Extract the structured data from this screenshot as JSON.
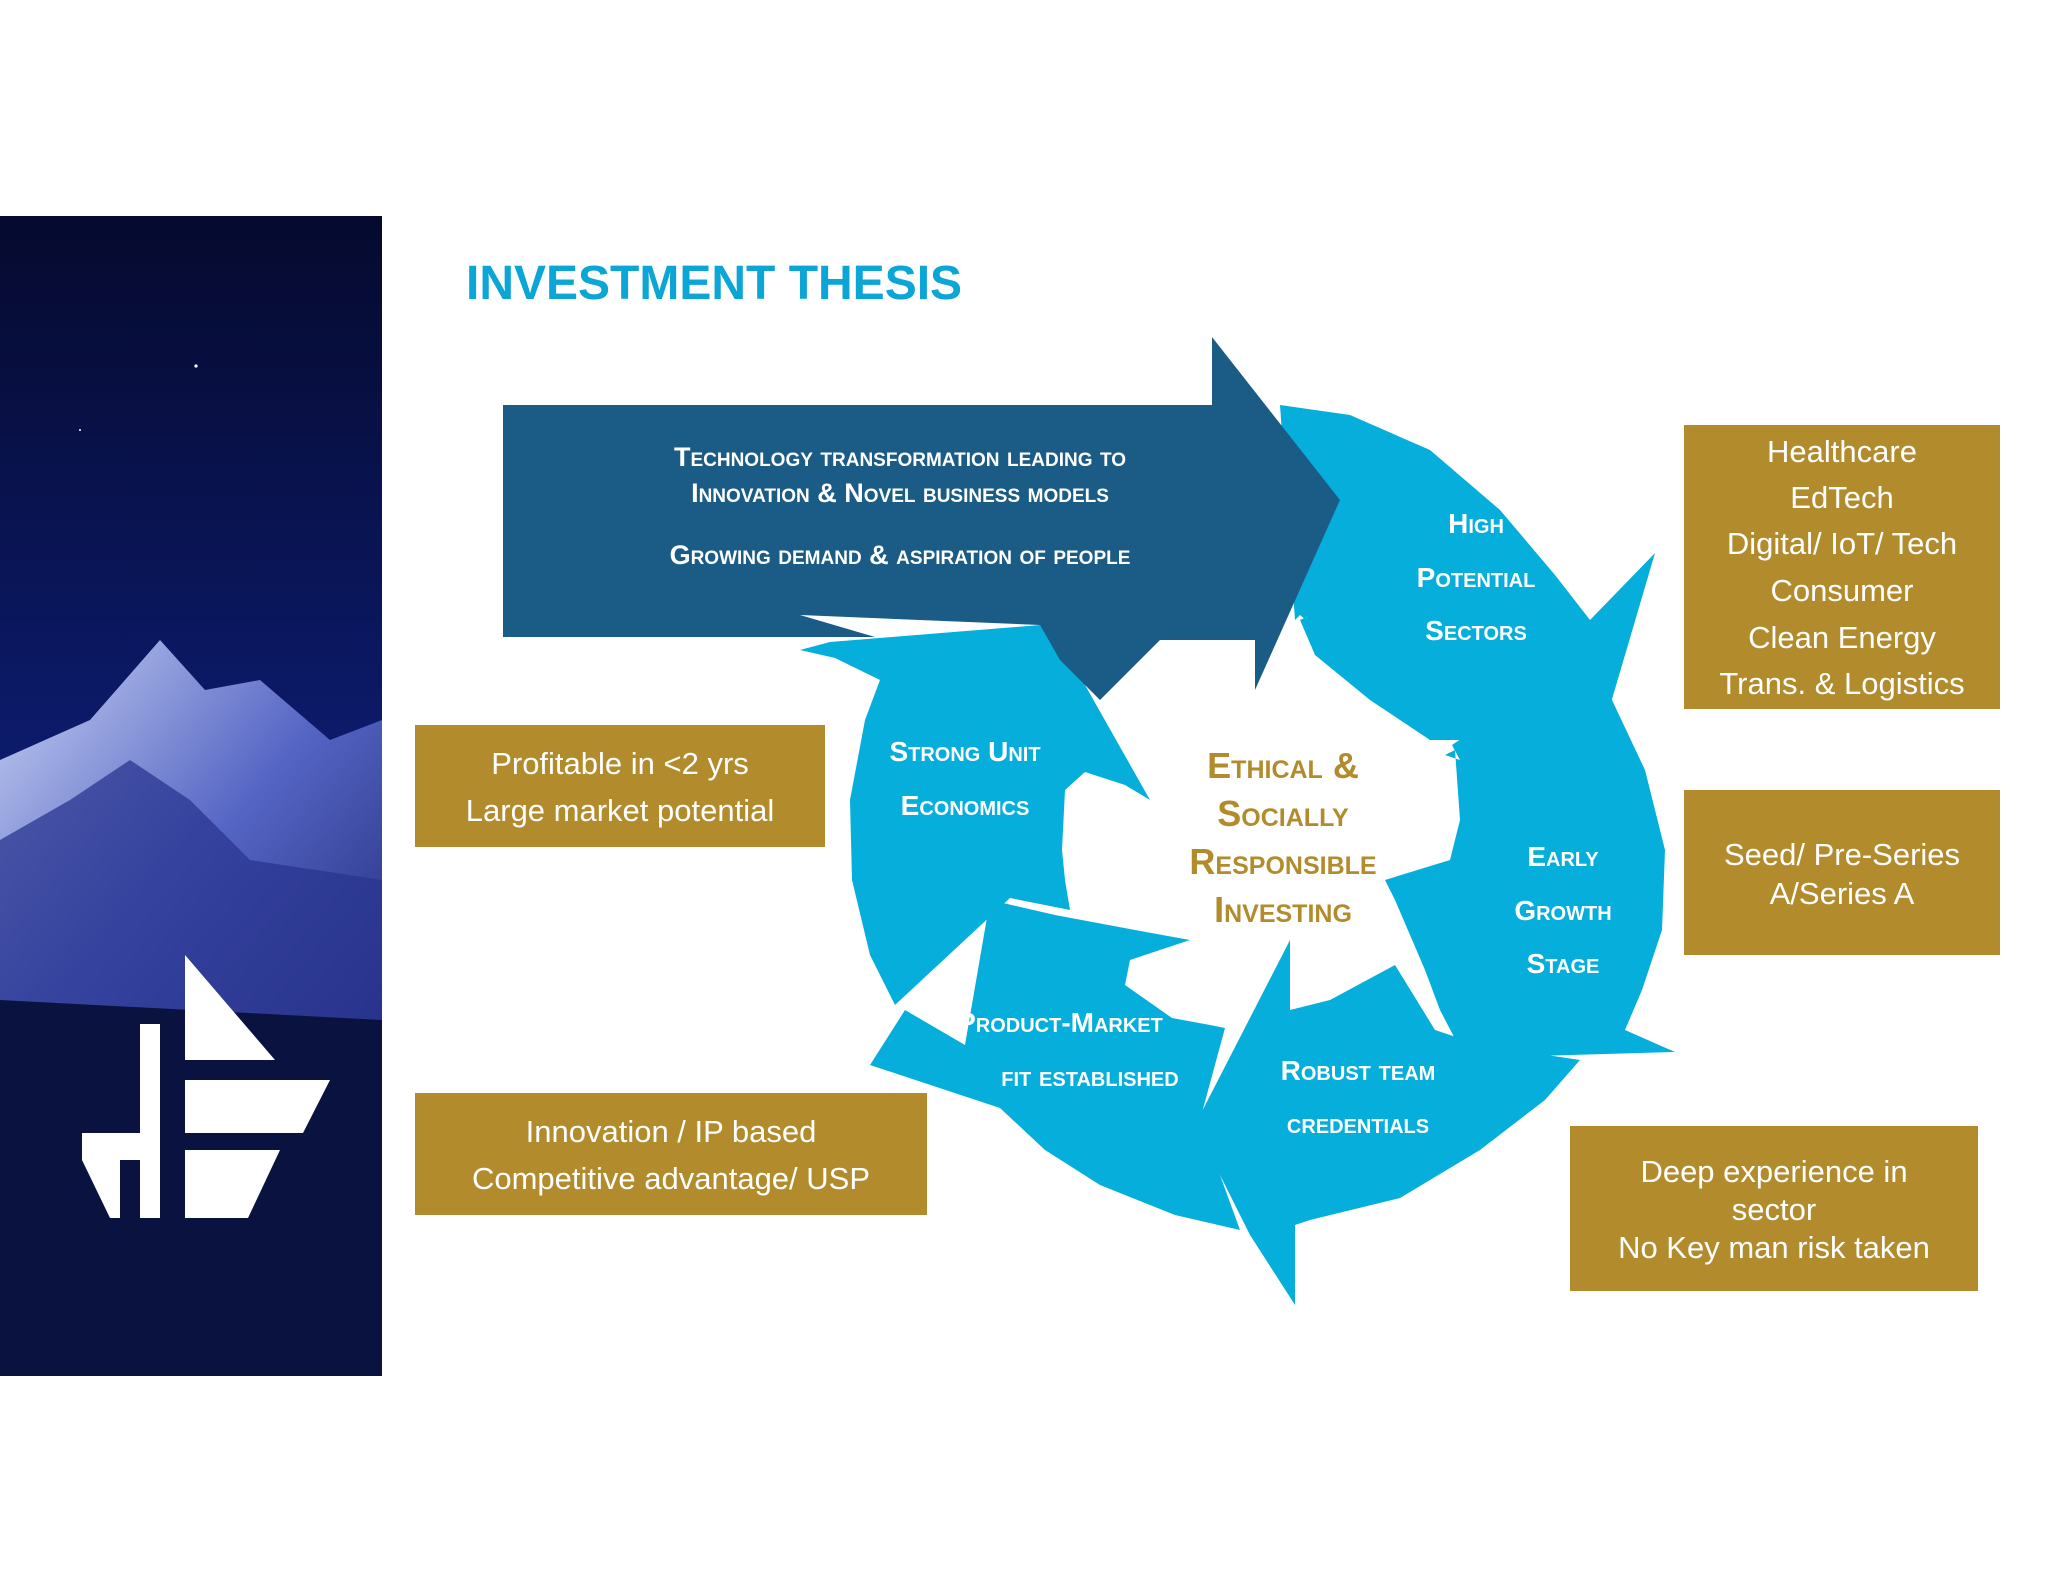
{
  "title": "INVESTMENT THESIS",
  "colors": {
    "title": "#0BA5D6",
    "cycle_arrow": "#06AEDB",
    "banner_arrow": "#1B5C86",
    "box": "#B28B2D",
    "center_text": "#B28B2D",
    "panel": "#0A1240"
  },
  "banner": {
    "line1": "Technology transformation leading to",
    "line2": "Innovation & Novel business models",
    "line3": "Growing demand & aspiration of people"
  },
  "center": {
    "lines": [
      "Ethical &",
      "Socially",
      "Responsible",
      "Investing"
    ]
  },
  "segments": {
    "high_potential_sectors": [
      "High",
      "Potential",
      "Sectors"
    ],
    "early_growth_stage": [
      "Early",
      "Growth",
      "Stage"
    ],
    "robust_team": [
      "Robust team",
      "credentials"
    ],
    "product_market_fit": [
      "Product-Market",
      "fit established"
    ],
    "strong_unit_economics": [
      "Strong Unit",
      "Economics"
    ]
  },
  "boxes": {
    "sectors": [
      "Healthcare",
      "EdTech",
      "Digital/ IoT/ Tech",
      "Consumer",
      "Clean Energy",
      "Trans. & Logistics"
    ],
    "stage": [
      "Seed/ Pre-Series",
      "A/Series A"
    ],
    "team": [
      "Deep experience in",
      "sector",
      "No Key man risk taken"
    ],
    "economics": [
      "Profitable in <2 yrs",
      "Large market potential"
    ],
    "innovation": [
      "Innovation / IP based",
      "Competitive advantage/ USP"
    ]
  },
  "icons": {
    "logo": "sailboat-logo-icon",
    "background": "night-mountain-image"
  }
}
